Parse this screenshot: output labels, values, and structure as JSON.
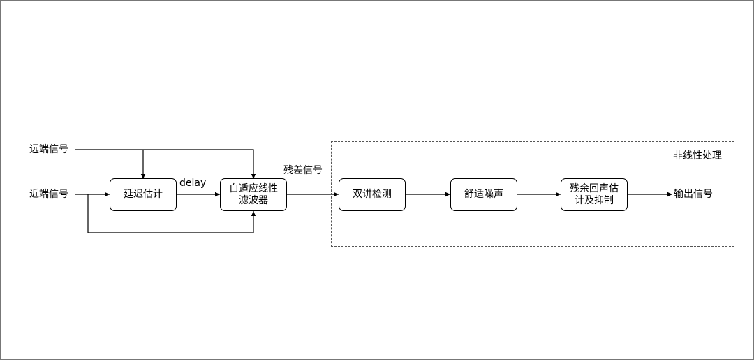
{
  "inputs": {
    "far_end": "远端信号",
    "near_end": "近端信号"
  },
  "blocks": {
    "delay_estimation": "延迟估计",
    "adaptive_filter_line1": "自适应线性",
    "adaptive_filter_line2": "滤波器",
    "double_talk": "双讲检测",
    "comfort_noise": "舒适噪声",
    "residual_echo_line1": "残余回声估",
    "residual_echo_line2": "计及抑制"
  },
  "labels": {
    "delay": "delay",
    "residual_signal": "残差信号",
    "nonlinear_group": "非线性处理",
    "output": "输出信号"
  }
}
